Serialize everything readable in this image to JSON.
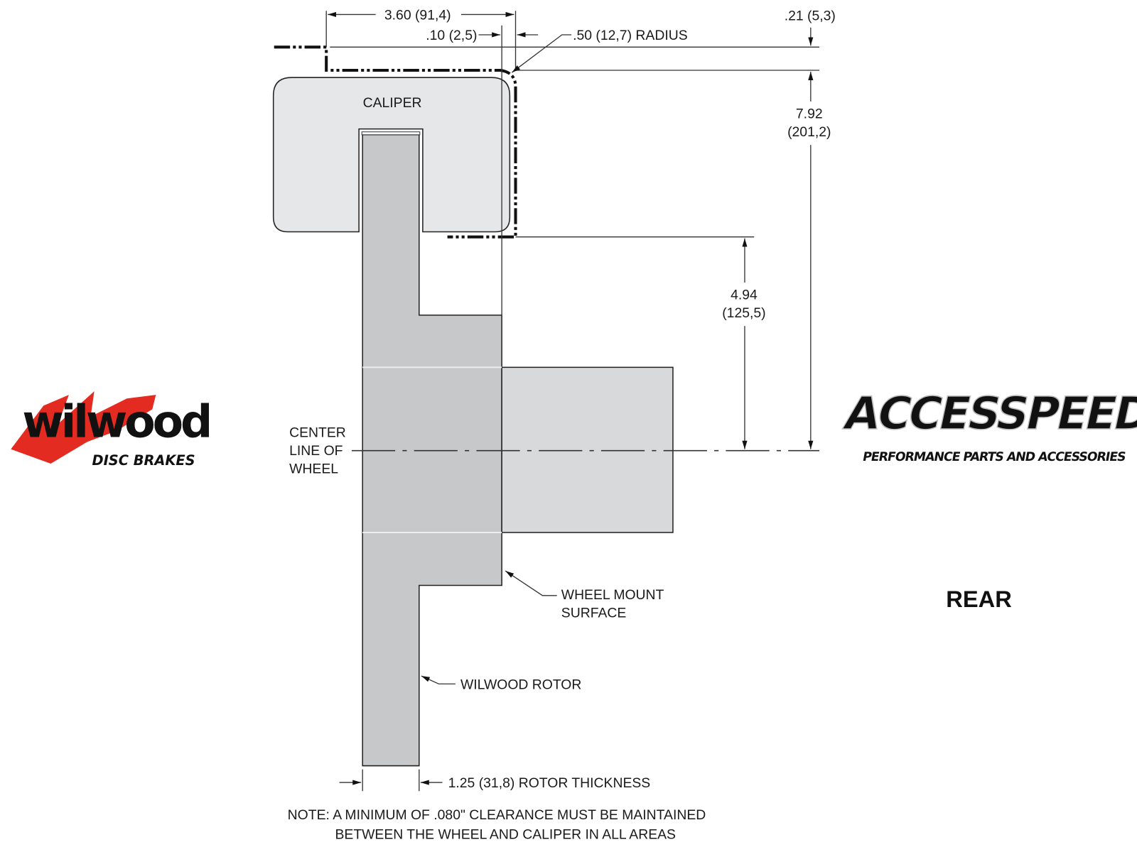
{
  "labels": {
    "caliper": "CALIPER",
    "center_line": [
      "CENTER",
      "LINE OF",
      "WHEEL"
    ],
    "wheel_mount": [
      "WHEEL MOUNT",
      "SURFACE"
    ],
    "rotor": "WILWOOD ROTOR",
    "rear": "REAR"
  },
  "dimensions": {
    "width": "3.60 (91,4)",
    "gap": ".10 (2,5)",
    "radius": ".50 (12,7) RADIUS",
    "top_offset": ".21 (5,3)",
    "height_a": "7.92",
    "height_a_mm": "(201,2)",
    "height_b": "4.94",
    "height_b_mm": "(125,5)",
    "rotor_thickness": "1.25 (31,8) ROTOR THICKNESS"
  },
  "note": [
    "NOTE: A MINIMUM OF .080\" CLEARANCE MUST BE MAINTAINED",
    "BETWEEN THE WHEEL AND CALIPER IN ALL AREAS"
  ],
  "logos": {
    "wilwood": "wilwood",
    "wilwood_sub": "DISC BRAKES",
    "accesspeed": "ACCESSPEED",
    "accesspeed_sub": "PERFORMANCE PARTS AND ACCESSORIES"
  },
  "colors": {
    "caliper": "#e6e7e9",
    "rotor": "#c6c8ca",
    "hub": "#d8d9db",
    "wilwood_red": "#e32b22"
  }
}
